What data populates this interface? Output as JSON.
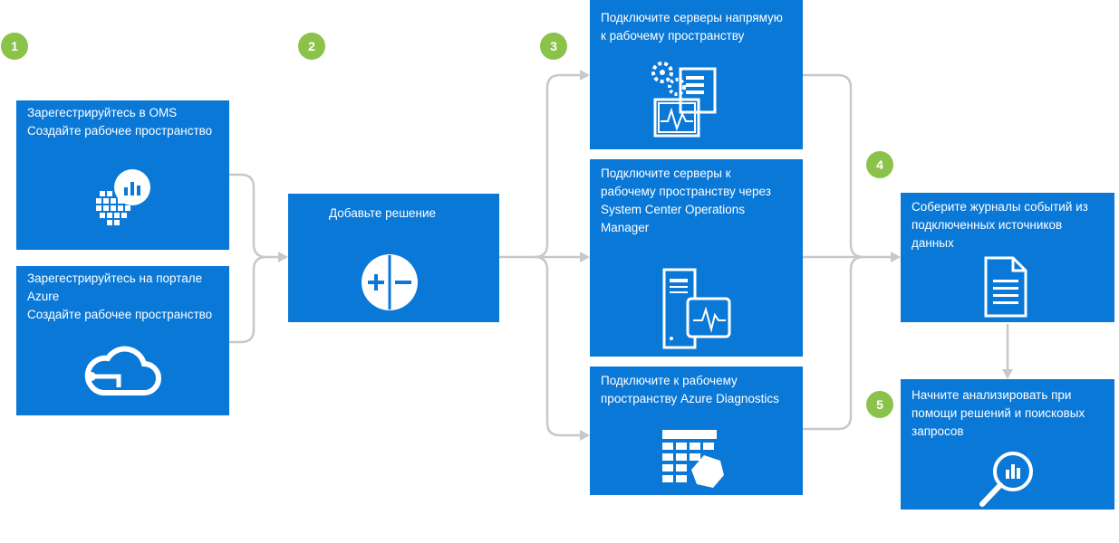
{
  "colors": {
    "box": "#0A78D7",
    "badge": "#8BC34A",
    "connector": "#C8C8C8"
  },
  "badges": [
    "1",
    "2",
    "3",
    "4",
    "5"
  ],
  "steps": {
    "register_oms": {
      "text": "Зарегестрируйтесь в OMS\nСоздайте рабочее пространство",
      "icon": "oms-analytics-icon"
    },
    "register_azure": {
      "text": "Зарегестрируйтесь на портале\nAzure\nСоздайте рабочее пространство",
      "icon": "azure-cloud-icon"
    },
    "add_solution": {
      "text": "Добавьте решение",
      "icon": "plus-minus-icon"
    },
    "connect_direct": {
      "text": "Подключите серверы напрямую\nк рабочему пространству",
      "icon": "server-gear-monitor-icon"
    },
    "connect_scom": {
      "text": "Подключите серверы к\nрабочему пространству через\nSystem Center Operations\nManager",
      "icon": "server-tower-icon"
    },
    "connect_diagnostics": {
      "text": "Подключите к рабочему\nпространству Azure Diagnostics",
      "icon": "table-hexagon-icon"
    },
    "collect_logs": {
      "text": "Соберите журналы событий из\nподключенных источников\nданных",
      "icon": "document-icon"
    },
    "analyze": {
      "text": "Начните анализировать при\nпомощи решений и поисковых\nзапросов",
      "icon": "magnifier-chart-icon"
    }
  }
}
